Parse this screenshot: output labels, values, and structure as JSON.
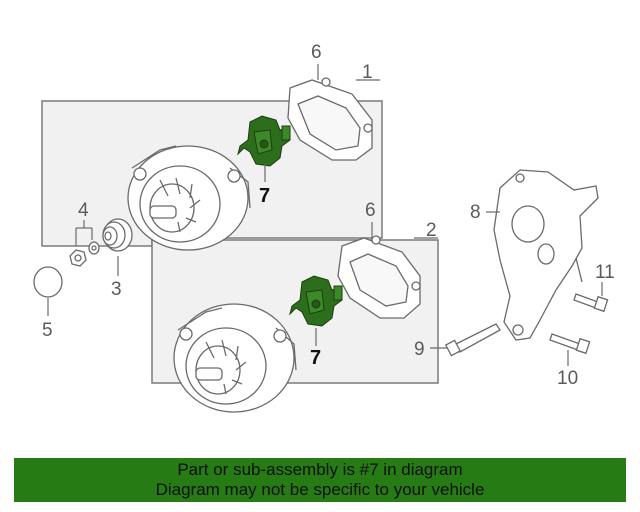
{
  "callouts": {
    "c1": "1",
    "c2": "2",
    "c3": "3",
    "c4": "4",
    "c5": "5",
    "c6a": "6",
    "c6b": "6",
    "c7a": "7",
    "c7b": "7",
    "c8": "8",
    "c9": "9",
    "c10": "10",
    "c11": "11"
  },
  "banner": {
    "line1": "Part or sub-assembly is #7 in diagram",
    "line2": "Diagram may not be specific to your vehicle"
  },
  "colors": {
    "highlight_part": "#2d6e1c",
    "banner_bg": "#267b14",
    "group_box_fill": "#f1f1f1",
    "line": "#6a6a6a"
  }
}
